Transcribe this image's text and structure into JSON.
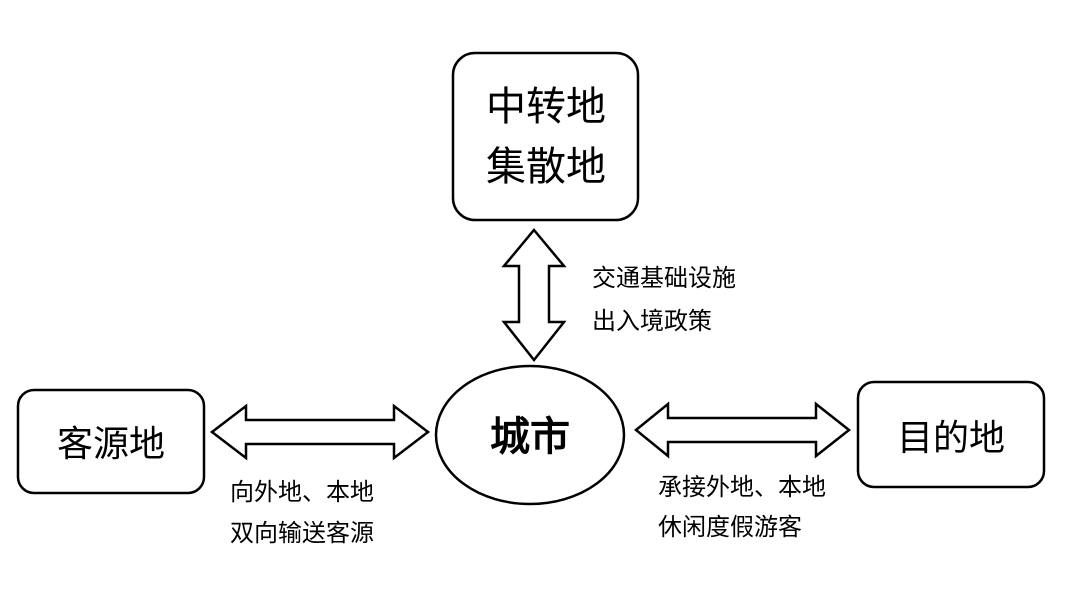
{
  "diagram": {
    "nodes": {
      "transit": {
        "line1": "中转地",
        "line2": "集散地"
      },
      "origin": {
        "label": "客源地"
      },
      "city": {
        "label": "城市"
      },
      "destination": {
        "label": "目的地"
      }
    },
    "edges": {
      "top": {
        "line1": "交通基础设施",
        "line2": "出入境政策"
      },
      "left": {
        "line1": "向外地、本地",
        "line2": "双向输送客源"
      },
      "right": {
        "line1": "承接外地、本地",
        "line2": "休闲度假游客"
      }
    },
    "colors": {
      "stroke": "#000000",
      "fill": "#ffffff",
      "text": "#000000"
    }
  }
}
